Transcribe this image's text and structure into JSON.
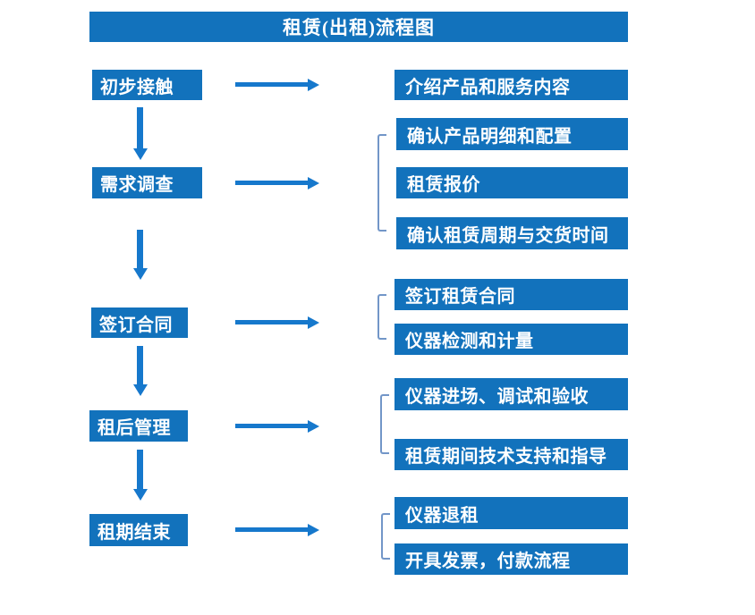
{
  "title": "租赁(出租)流程图",
  "colors": {
    "background": "#FFFFFF",
    "box_fill": "#1272BC",
    "arrow": "#1678CC",
    "bracket": "#7296C8",
    "text": "#FFFFFF"
  },
  "flow": {
    "steps": [
      {
        "label": "初步接触",
        "outputs": [
          "介绍产品和服务内容"
        ]
      },
      {
        "label": "需求调查",
        "outputs": [
          "确认产品明细和配置",
          "租赁报价",
          "确认租赁周期与交货时间"
        ]
      },
      {
        "label": "签订合同",
        "outputs": [
          "签订租赁合同",
          "仪器检测和计量"
        ]
      },
      {
        "label": "租后管理",
        "outputs": [
          "仪器进场、调试和验收",
          "租赁期间技术支持和指导"
        ]
      },
      {
        "label": "租期结束",
        "outputs": [
          "仪器退租",
          "开具发票，付款流程"
        ]
      }
    ]
  }
}
